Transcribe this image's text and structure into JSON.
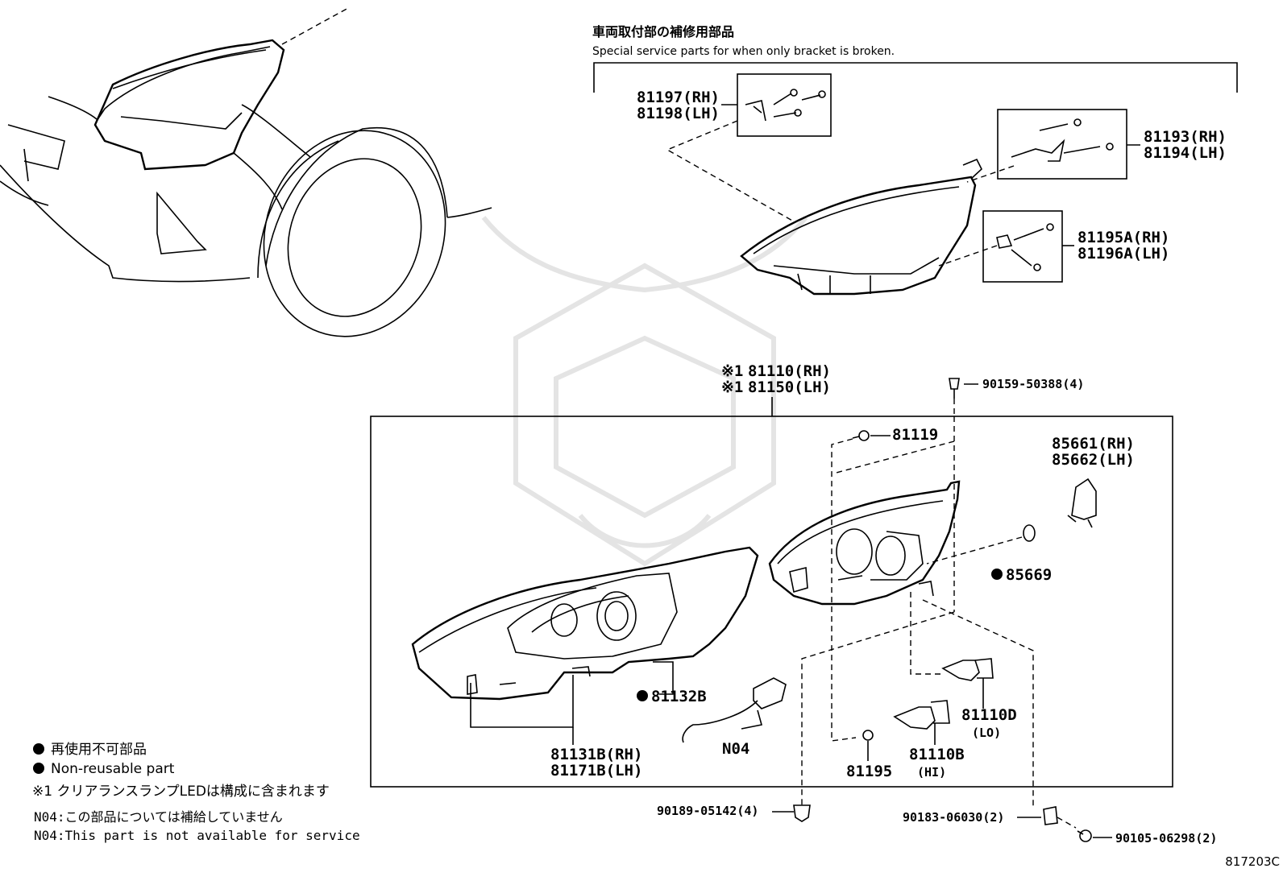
{
  "header": {
    "jp": "車両取付部の補修用部品",
    "en": "Special service parts for when only bracket is broken."
  },
  "parts": {
    "p81197": "81197(RH)",
    "p81198": "81198(LH)",
    "p81193": "81193(RH)",
    "p81194": "81194(LH)",
    "p81195a": "81195A(RH)",
    "p81196a": "81196A(LH)",
    "p81110_prefix": "※1",
    "p81110": "81110(RH)",
    "p81150_prefix": "※1",
    "p81150": "81150(LH)",
    "p90159": "90159-50388(4)",
    "p81119": "81119",
    "p85661": "85661(RH)",
    "p85662": "85662(LH)",
    "p85669": "85669",
    "p81132b": "81132B",
    "n04": "N04",
    "p81131b": "81131B(RH)",
    "p81171b": "81171B(LH)",
    "p81195": "81195",
    "p81110b": "81110B",
    "p81110b_sub": "(HI)",
    "p81110d": "81110D",
    "p81110d_sub": "(LO)",
    "p90189": "90189-05142(4)",
    "p90183": "90183-06030(2)",
    "p90105": "90105-06298(2)"
  },
  "legend": {
    "nonreusable_jp": "再使用不可部品",
    "nonreusable_en": "Non-reusable part",
    "note1": "※1 クリアランスランプLEDは構成に含まれます",
    "n04_jp": "N04:この部品については補給していません",
    "n04_en": "N04:This part is not available for service"
  },
  "diagram_code": "817203C"
}
